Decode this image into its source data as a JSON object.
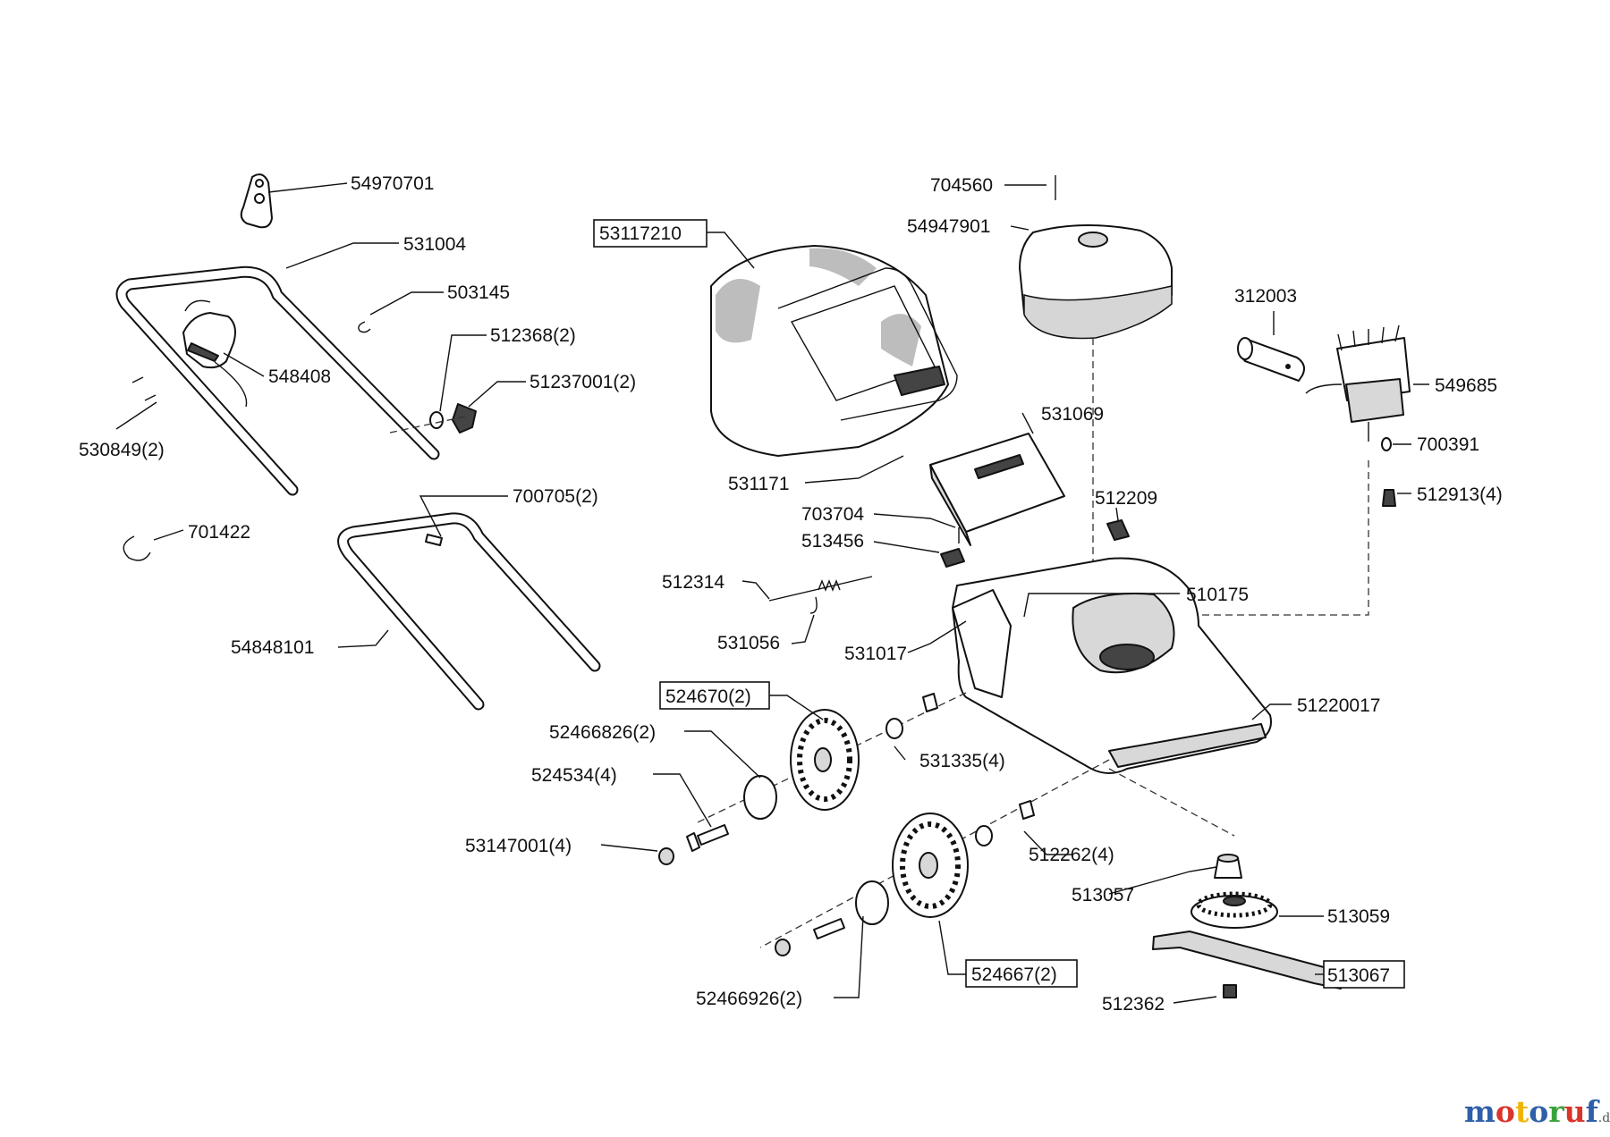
{
  "labels": {
    "p54970701": "54970701",
    "p531004": "531004",
    "p503145": "503145",
    "p512368": "512368(2)",
    "p548408": "548408",
    "p51237001": "51237001(2)",
    "p530849": "530849(2)",
    "p700705": "700705(2)",
    "p701422": "701422",
    "p54848101": "54848101",
    "p53117210": "53117210",
    "p704560": "704560",
    "p54947901": "54947901",
    "p312003": "312003",
    "p549685": "549685",
    "p700391": "700391",
    "p512913": "512913(4)",
    "p531069": "531069",
    "p531171": "531171",
    "p703704": "703704",
    "p512209": "512209",
    "p513456": "513456",
    "p512314": "512314",
    "p510175": "510175",
    "p531056": "531056",
    "p531017": "531017",
    "p524670": "524670(2)",
    "p51220017": "51220017",
    "p52466826": "52466826(2)",
    "p531335": "531335(4)",
    "p524534": "524534(4)",
    "p53147001": "53147001(4)",
    "p512262": "512262(4)",
    "p513057": "513057",
    "p513059": "513059",
    "p524667": "524667(2)",
    "p513067": "513067",
    "p52466926": "52466926(2)",
    "p512362": "512362"
  },
  "watermark": {
    "text": "motoruf",
    "suffix": ".de",
    "colors": [
      "#2f5fa8",
      "#d9352a",
      "#f0b400",
      "#2f5fa8",
      "#3aa23a",
      "#d9352a",
      "#2f5fa8"
    ]
  }
}
